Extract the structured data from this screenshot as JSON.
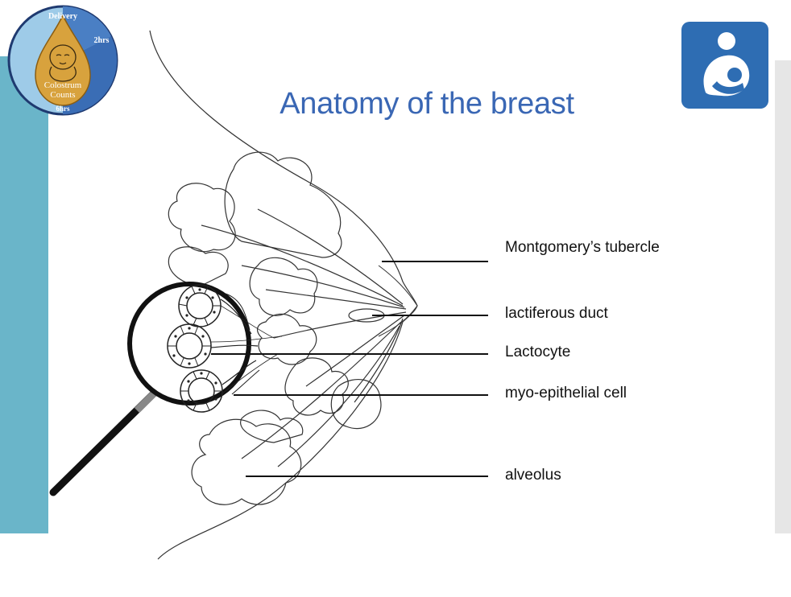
{
  "slide": {
    "title": "Anatomy of the breast",
    "colors": {
      "title": "#3a67b4",
      "left_band": "#6ab5c9",
      "right_band": "#e6e6e6",
      "icon_bg": "#2e6db3"
    }
  },
  "logo": {
    "label_top": "Delivery",
    "label_2hrs": "2hrs",
    "label_center_1": "Colostrum",
    "label_center_2": "Counts",
    "label_bottom": "6hrs",
    "icon": "colostrum-drop-baby-icon"
  },
  "breastfeeding_icon": {
    "icon": "breastfeeding-icon"
  },
  "labels": {
    "montgomery": "Montgomery’s tubercle",
    "lactiferous": "lactiferous duct",
    "lactocyte": "Lactocyte",
    "myo": "myo-epithelial cell",
    "alveolus": "alveolus"
  }
}
